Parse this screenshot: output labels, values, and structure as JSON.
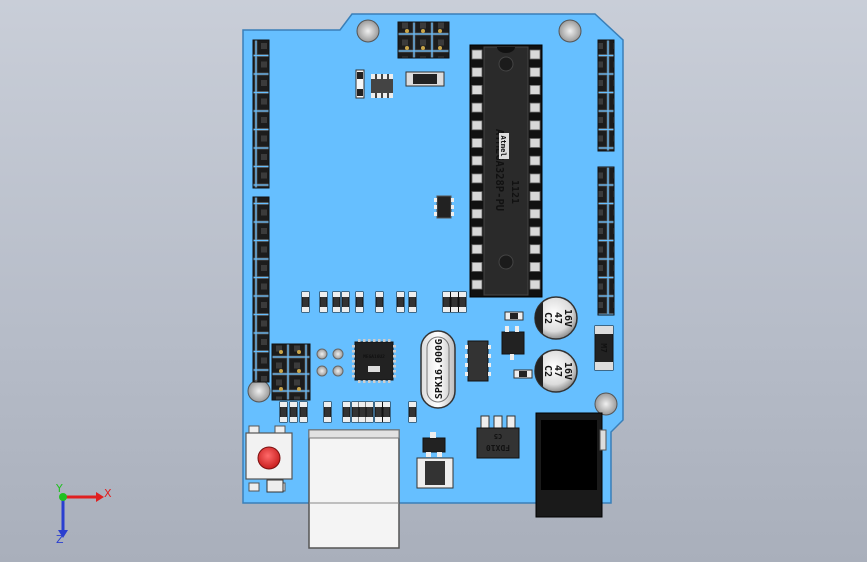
{
  "colors": {
    "background": "#bfc5d0",
    "board": "#66bfff",
    "board_edge": "#3a7fb8",
    "header": "#1a1a1a",
    "chip_body": "#2a2a2a",
    "reset_button": "#e03030"
  },
  "mcu": {
    "brand": "Atmel",
    "model": "ATMEGA328P-PU",
    "date_code": "1121"
  },
  "crystal": {
    "marking": "SPK16.000G"
  },
  "capacitors": [
    {
      "id": "C2",
      "value": "47",
      "voltage": "16V"
    },
    {
      "id": "C2",
      "value": "47",
      "voltage": "16V"
    }
  ],
  "regulator": {
    "ref": "C5",
    "marking": "FDX10"
  },
  "diode": {
    "marking": "M7"
  },
  "usb_chip": {
    "marking": "MEGA16U2"
  },
  "axes": {
    "x_label": "X",
    "y_label": "Y",
    "z_label": "Z"
  }
}
